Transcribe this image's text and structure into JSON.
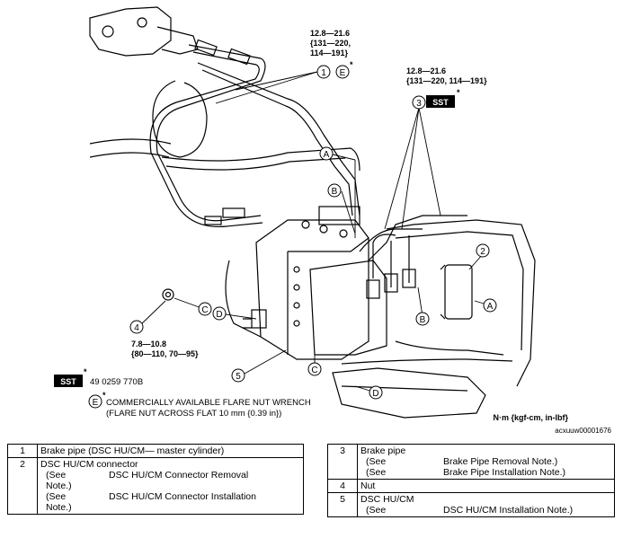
{
  "labels": {
    "torque_1": [
      "12.8—21.6",
      "{131—220,",
      "114—191}"
    ],
    "torque_3": [
      "12.8—21.6",
      "{131—220, 114—191}"
    ],
    "torque_4": [
      "7.8—10.8",
      "{80—110, 70—95}"
    ],
    "callout_1": "1",
    "callout_2": "2",
    "callout_3": "3",
    "callout_4": "4",
    "callout_5": "5",
    "callout_A": "A",
    "callout_B": "B",
    "callout_C": "C",
    "callout_D": "D",
    "callout_E": "E",
    "sst_badge": "SST",
    "asterisk": "*"
  },
  "notes": {
    "sst_tool": "49 0259 770B",
    "e_line1": "COMMERCIALLY AVAILABLE FLARE NUT WRENCH",
    "e_line2": "(FLARE NUT ACROSS FLAT 10 mm {0.39 in})",
    "units": "N·m {kgf-cm, in-lbf}",
    "figure_code": "acxuuw00001676"
  },
  "table_left": [
    {
      "num": "1",
      "name": "Brake pipe (DSC HU/CM— master cylinder)",
      "refs": []
    },
    {
      "num": "2",
      "name": "DSC HU/CM connector",
      "refs": [
        {
          "see": "(See",
          "text": "DSC HU/CM Connector Removal",
          "tail": "Note.)"
        },
        {
          "see": "(See",
          "text": "DSC HU/CM Connector Installation",
          "tail": "Note.)"
        }
      ]
    }
  ],
  "table_right": [
    {
      "num": "3",
      "name": "Brake pipe",
      "refs": [
        {
          "see": "(See",
          "text": "Brake Pipe Removal Note.)"
        },
        {
          "see": "(See",
          "text": "Brake Pipe Installation Note.)"
        }
      ]
    },
    {
      "num": "4",
      "name": "Nut",
      "refs": []
    },
    {
      "num": "5",
      "name": "DSC HU/CM",
      "refs": [
        {
          "see": "(See",
          "text": "DSC HU/CM Installation Note.)"
        }
      ]
    }
  ]
}
